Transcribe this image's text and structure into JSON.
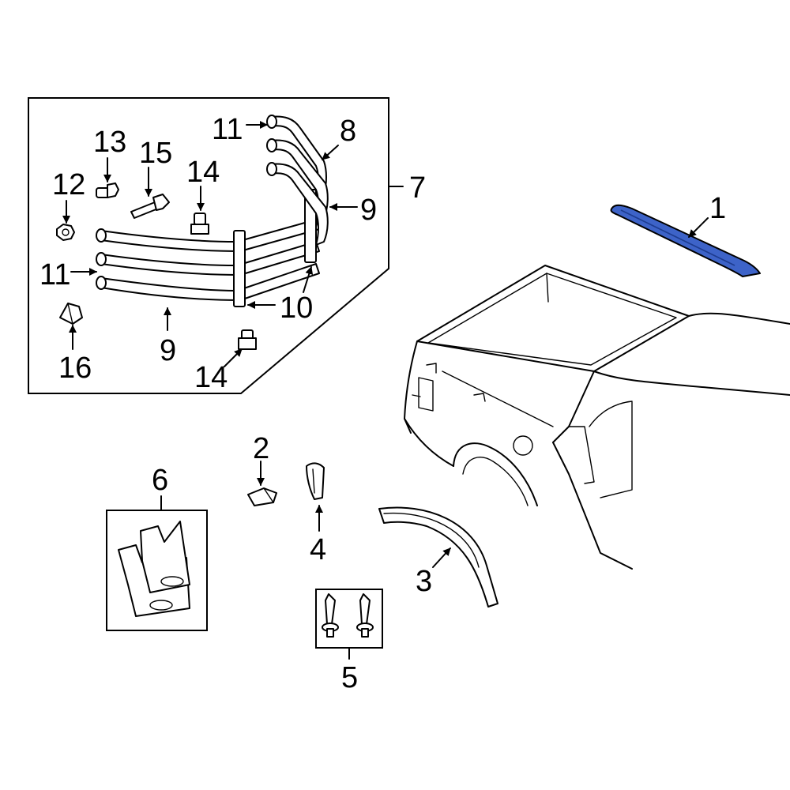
{
  "diagram": {
    "highlight_color": "#3d63c8",
    "highlight_dark": "#1e3c8f",
    "line_color": "#000000",
    "background": "#ffffff",
    "highlighted_part": "1",
    "callouts": {
      "c1": "1",
      "c2": "2",
      "c3": "3",
      "c4": "4",
      "c5": "5",
      "c6": "6",
      "c7": "7",
      "c8": "8",
      "c9a": "9",
      "c9b": "9",
      "c10": "10",
      "c11a": "11",
      "c11b": "11",
      "c12": "12",
      "c13": "13",
      "c14a": "14",
      "c14b": "14",
      "c15": "15",
      "c16": "16"
    }
  }
}
